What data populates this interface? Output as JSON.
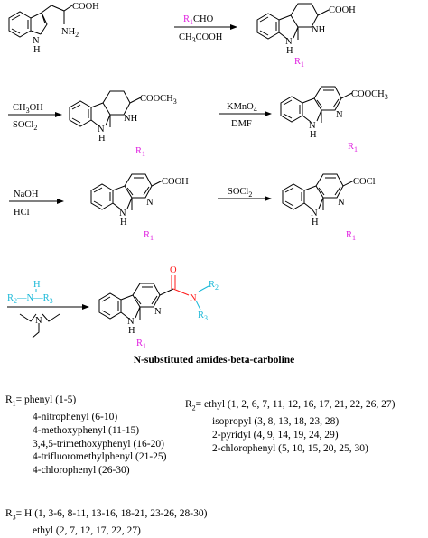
{
  "colors": {
    "magenta": "#e020e0",
    "cyan": "#19b8d8",
    "red": "#ff1a1a",
    "black": "#000000"
  },
  "reagents": {
    "step1_r1": "R",
    "step1_r1_sub": "1",
    "step1_cho": "CHO",
    "step1_acid": "CH",
    "step1_acid_sub": "3",
    "step1_acid_tail": "COOH",
    "step2_a": "CH",
    "step2_a_sub": "3",
    "step2_a_tail": "OH",
    "step2_b": "SOCl",
    "step2_b_sub": "2",
    "step3_a": "KMnO",
    "step3_a_sub": "4",
    "step3_b": "DMF",
    "step4_a": "NaOH",
    "step4_b": "HCl",
    "step5_a": "SOCl",
    "step5_a_sub": "2",
    "amine_h": "H",
    "amine_r2": "R",
    "amine_r2_sub": "2",
    "amine_n": "N",
    "amine_r3": "R",
    "amine_r3_sub": "3",
    "base_n": "N"
  },
  "atoms": {
    "cooh": "COOH",
    "nh2": "NH",
    "nh2_sub": "2",
    "nh": "NH",
    "n": "N",
    "h": "H",
    "r1": "R",
    "r1_sub": "1",
    "cooch3": "COOCH",
    "cooch3_sub": "3",
    "cocl": "COCl",
    "o": "O",
    "amide_n": "N",
    "r2": "R",
    "r2_sub": "2",
    "r3": "R",
    "r3_sub": "3"
  },
  "caption": "N-substituted amides-beta-carboline",
  "legend": {
    "r1_label": "R",
    "r1_label_sub": "1",
    "r1_eq": "=",
    "r1_items": [
      "phenyl (1-5)",
      "4-nitrophenyl (6-10)",
      "4-methoxyphenyl (11-15)",
      "3,4,5-trimethoxyphenyl (16-20)",
      "4-trifluoromethylphenyl (21-25)",
      "4-chlorophenyl (26-30)"
    ],
    "r2_label": "R",
    "r2_label_sub": "2",
    "r2_eq": "=",
    "r2_items": [
      "ethyl (1, 2, 6, 7, 11, 12, 16, 17, 21, 22, 26, 27)",
      "isopropyl (3, 8, 13, 18, 23, 28)",
      "2-pyridyl (4, 9, 14, 19, 24, 29)",
      "2-chlorophenyl (5, 10, 15, 20, 25, 30)"
    ],
    "r3_label": "R",
    "r3_label_sub": "3",
    "r3_eq": "=",
    "r3_items": [
      "H (1, 3-6, 8-11, 13-16, 18-21, 23-26, 28-30)",
      "ethyl (2, 7, 12, 17, 22, 27)"
    ]
  }
}
